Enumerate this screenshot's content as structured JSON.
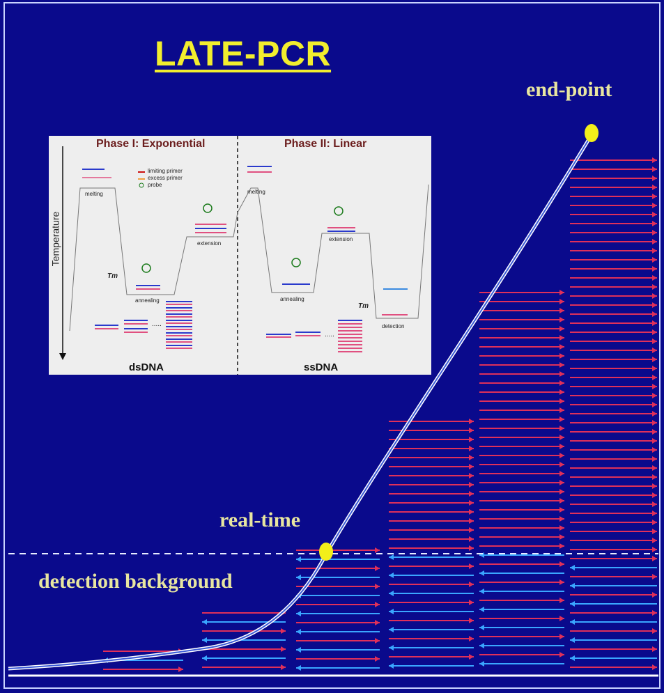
{
  "title": "LATE-PCR",
  "labels": {
    "end_point": "end-point",
    "real_time": "real-time",
    "detection_background": "detection background"
  },
  "inset": {
    "phase1": "Phase I: Exponential",
    "phase2": "Phase II: Linear",
    "axis": "Temperature",
    "legend": {
      "limiting": "limiting primer",
      "excess": "excess primer",
      "probe": "probe"
    },
    "steps": {
      "melting1": "melting",
      "annealing1": "annealing",
      "extension1": "extension",
      "melting2": "melting",
      "annealing2": "annealing",
      "extension2": "extension",
      "detection": "detection"
    },
    "tm": "Tm",
    "dots": ".....",
    "dsdna": "dsDNA",
    "ssdna": "ssDNA"
  },
  "colors": {
    "background": "#0a0a8c",
    "title": "#f2ee2e",
    "label": "#e8e6a0",
    "curve": "#dfe6ff",
    "red_strand": "#e0305a",
    "blue_strand": "#3aa6ff",
    "marker": "#f3ef1a"
  }
}
